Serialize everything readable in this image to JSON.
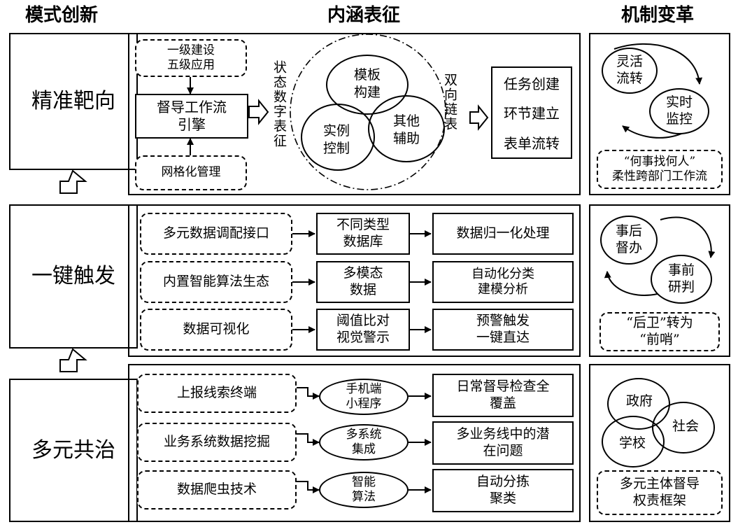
{
  "headers": {
    "left": "模式创新",
    "middle": "内涵表征",
    "right": "机制变革"
  },
  "modes": [
    "精准靶向",
    "一键触发",
    "多元共治"
  ],
  "row1": {
    "top_dashed": "一级建设\n五级应用",
    "engine": "督导工作流\n引擎",
    "bottom_dashed": "网格化管理",
    "left_vertical": "状态数字表征",
    "right_vertical": "双向链表",
    "circles": {
      "template": "模板\n构建",
      "instance": "实例\n控制",
      "other": "其他\n辅助"
    },
    "output": [
      "任务创建",
      "环节建立",
      "表单流转"
    ]
  },
  "row2": {
    "rows": [
      {
        "source": "多元数据调配接口",
        "mid": "不同类型\n数据库",
        "out": "数据归一化处理"
      },
      {
        "source": "内置智能算法生态",
        "mid": "多模态\n数据",
        "out": "自动化分类\n建模分析"
      },
      {
        "source": "数据可视化",
        "mid": "阈值比对\n视觉警示",
        "out": "预警触发\n一键直达"
      }
    ]
  },
  "row3": {
    "rows": [
      {
        "source": "上报线索终端",
        "mid": "手机端\n小程序",
        "out": "日常督导检查全\n覆盖"
      },
      {
        "source": "业务系统数据挖掘",
        "mid": "多系统\n集成",
        "out": "多业务线中的潜\n在问题"
      },
      {
        "source": "数据爬虫技术",
        "mid": "智能\n算法",
        "out": "自动分拣\n聚类"
      }
    ]
  },
  "mech1": {
    "a": "灵活\n流转",
    "b": "实时\n监控",
    "caption": "“何事找何人”\n柔性跨部门工作流"
  },
  "mech2": {
    "a": "事后\n督办",
    "b": "事前\n研判",
    "caption": "“后卫”转为\n“前哨”"
  },
  "mech3": {
    "a": "政府",
    "b": "社会",
    "c": "学校",
    "caption": "多元主体督导\n权责框架"
  }
}
